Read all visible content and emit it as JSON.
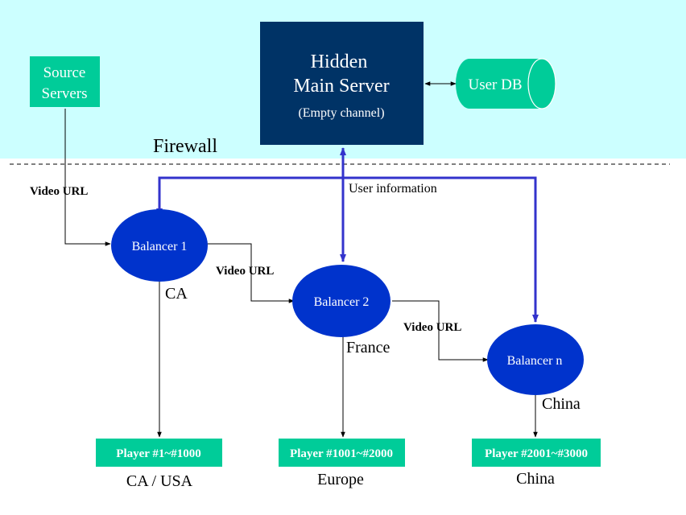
{
  "colors": {
    "zone_bg": "#ccffff",
    "server_box": "#003366",
    "teal": "#00cc99",
    "balancer": "#0033cc",
    "blue_link": "#3333cc",
    "line": "#000000",
    "white": "#ffffff"
  },
  "firewall_label": "Firewall",
  "main_server": {
    "title_line1": "Hidden",
    "title_line2": "Main Server",
    "subtitle": "(Empty channel)"
  },
  "user_db": {
    "label": "User DB"
  },
  "source_servers": {
    "line1": "Source",
    "line2": "Servers"
  },
  "user_information_label": "User information",
  "video_url_labels": [
    "Video URL",
    "Video URL",
    "Video URL"
  ],
  "balancers": [
    {
      "label": "Balancer 1",
      "region": "CA"
    },
    {
      "label": "Balancer 2",
      "region": "France"
    },
    {
      "label": "Balancer n",
      "region": "China"
    }
  ],
  "players": [
    {
      "label": "Player #1~#1000",
      "region": "CA / USA"
    },
    {
      "label": "Player #1001~#2000",
      "region": "Europe"
    },
    {
      "label": "Player #2001~#3000",
      "region": "China"
    }
  ]
}
